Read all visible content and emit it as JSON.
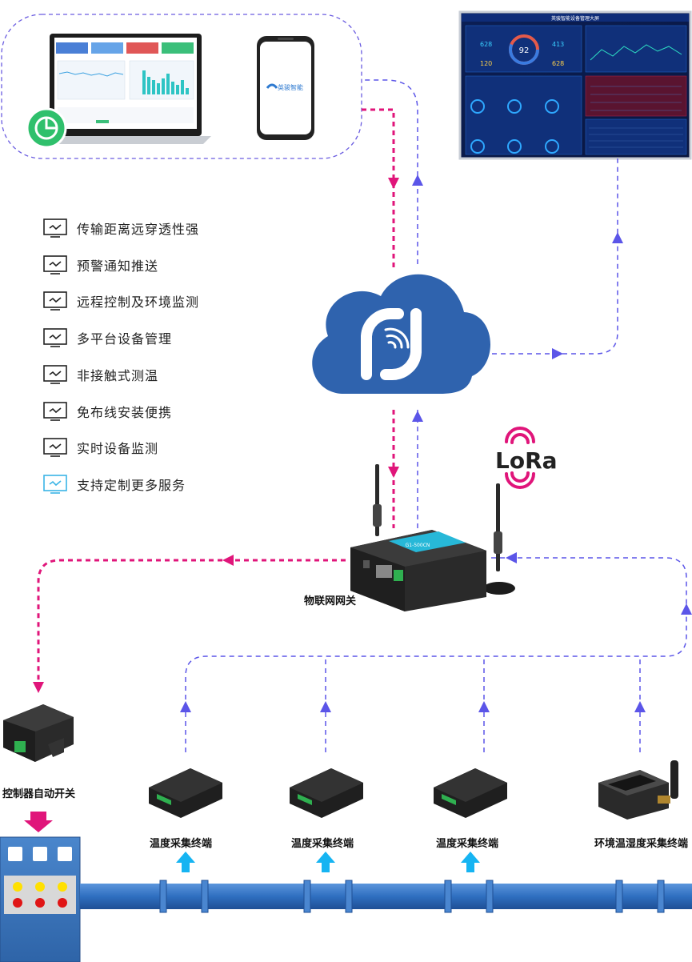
{
  "features": [
    {
      "label": "传输距离远穿透性强"
    },
    {
      "label": "预警通知推送"
    },
    {
      "label": "远程控制及环境监测"
    },
    {
      "label": "多平台设备管理"
    },
    {
      "label": "非接触式测温"
    },
    {
      "label": "免布线安装便携"
    },
    {
      "label": "实时设备监测"
    },
    {
      "label": "支持定制更多服务"
    }
  ],
  "lora_logo": "LoRa",
  "phone_brand": "英骏智能",
  "dashboard_title": "英骏智能设备管理大屏",
  "dashboard_gauge": "92",
  "dashboard_values": [
    "628",
    "413",
    "120",
    "628"
  ],
  "gateway_label": "物联网网关",
  "gateway_model": "G1-500CN",
  "controller_label": "控制器自动开关",
  "terminals": [
    {
      "label": "温度采集终端"
    },
    {
      "label": "温度采集终端"
    },
    {
      "label": "温度采集终端"
    },
    {
      "label": "环境温湿度采集终端"
    }
  ],
  "colors": {
    "pink": "#e0157a",
    "purple": "#5b55e8",
    "cloud": "#2f63ae",
    "pipe": "#3a78c8",
    "arrow_blue": "#16b4f2"
  }
}
